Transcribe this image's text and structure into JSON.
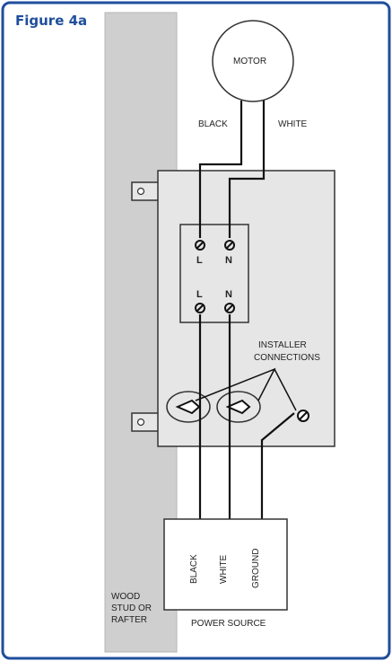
{
  "figure_title": "Figure 4a",
  "motor_label": "MOTOR",
  "wire_labels": {
    "black": "BLACK",
    "white": "WHITE"
  },
  "terminals": {
    "top_left": "L",
    "top_right": "N",
    "bottom_left": "L",
    "bottom_right": "N"
  },
  "installer_connections": [
    "INSTALLER",
    "CONNECTIONS"
  ],
  "power_source": {
    "label": "POWER SOURCE",
    "wires": [
      "BLACK",
      "WHITE",
      "GROUND"
    ]
  },
  "stud_label": [
    "WOOD",
    "STUD OR",
    "RAFTER"
  ],
  "colors": {
    "frame_border": "#1f4e9c",
    "title": "#1f4e9c",
    "stud_fill": "#cfcfcf",
    "box_fill": "#e6e6e6",
    "wire": "#111111"
  }
}
